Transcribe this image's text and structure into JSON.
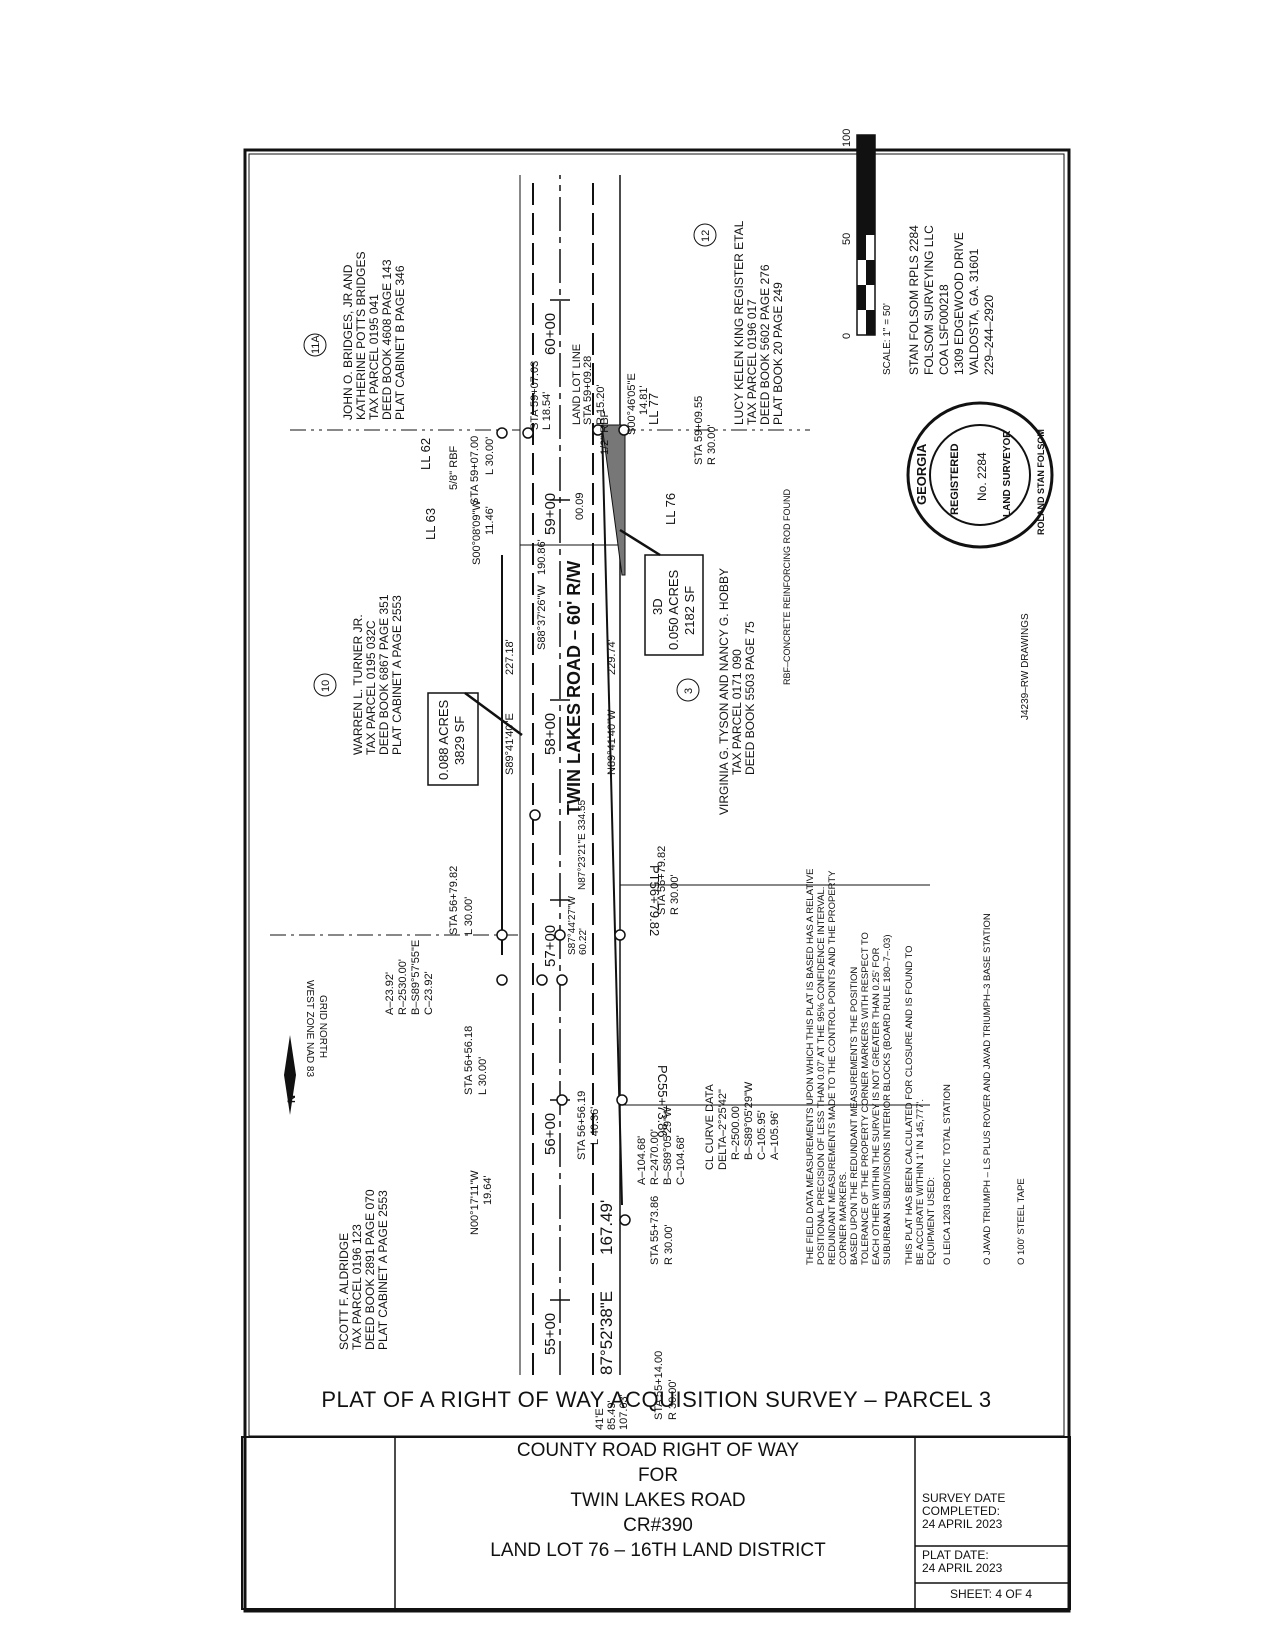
{
  "plat_title": "PLAT OF A RIGHT OF WAY ACQUISITION SURVEY – PARCEL 3",
  "title_block": {
    "line1": "COUNTY ROAD RIGHT OF WAY",
    "line2": "FOR",
    "line3": "TWIN LAKES ROAD",
    "line4": "CR#390",
    "line5": "LAND LOT 76 – 16TH LAND DISTRICT",
    "survey_date_label1": "SURVEY DATE",
    "survey_date_label2": "COMPLETED:",
    "survey_date": "24 APRIL 2023",
    "plat_date_label": "PLAT DATE:",
    "plat_date": "24 APRIL 2023",
    "sheet": "SHEET:  4 OF 4"
  },
  "road": {
    "name": "TWIN LAKES ROAD – 60' R/W",
    "bearing_main": "87°52'38\"E",
    "distance_main": "167.49'",
    "centerline_call": "N87°23'21\"E  334.55'",
    "call_left": "S87°44'27\"W",
    "call_left_dist": "60.22'"
  },
  "stations": [
    "55+00",
    "56+00",
    "57+00",
    "58+00",
    "59+00",
    "60+00"
  ],
  "station_labels": {
    "sta_5507": "STA 59+07.00",
    "l_3000_a": "L 30.00'",
    "sta_5907_03": "STA 59+07.03",
    "l_1854": "L 18.54'",
    "land_lot_line": "LAND LOT LINE",
    "sta_5909_28": "STA 59+09.28",
    "r_1520": "R 15.20'",
    "sta_5909_55": "STA 59+09.55",
    "r_3000_a": "R 30.00'",
    "sta_5679_82_l": "STA 56+79.82",
    "l_3000_b": "L 30.00'",
    "sta_5679_82_r": "STA 56+79.82",
    "r_3000_b": "R 30.00'",
    "sta_5656_18": "STA 56+56.18",
    "l_3000_c": "L 30.00'",
    "sta_5656_19": "STA 56+56.19",
    "l_4036": "L 40.36'",
    "sta_5573_86": "STA 55+73.86",
    "r_3000_c": "R 30.00'",
    "sta_5514": "STA 55+14.00",
    "r_3000_d": "R 30.00'",
    "pt": "PT56+79.82",
    "pc": "PC55+73.86"
  },
  "calls": {
    "s89_41_40e": "S89°41'40\"E",
    "d_22718": "227.18'",
    "s88_37_26w": "S88°37'26\"W",
    "d_19086": "190.86'",
    "n89_41_40w": "N89°41'40\"W",
    "d_22974": "229.74'",
    "s00_08_09w": "S00°08'09\"W",
    "d_1146": "11.46'",
    "s00_46_05e": "S00°46'05\"E",
    "d_1481": "14.81'",
    "d_0009": "00.09",
    "n00_17_11w": "N00°17'11\"W",
    "d_1964": "19.64'",
    "rbf_58": "5/8\" RBF",
    "rbf_12": "1/2\" RBF",
    "edge_a": "41'E",
    "edge_b": "85.49'",
    "edge_c": "107.63'"
  },
  "curve_left": {
    "a": "A–23.92'",
    "r": "R–2530.00'",
    "b": "B–S89°57'55\"E",
    "c": "C–23.92'"
  },
  "curve_mid": {
    "a": "A–104.68'",
    "r": "R–2470.00'",
    "b": "B–S89°05'29\"W",
    "c": "C–104.68'"
  },
  "curve_cl": {
    "title": "CL CURVE DATA",
    "delta": "DELTA–2°25'42\"",
    "r": "R–2500.00'",
    "b": "B–S89°05'29\"W",
    "c": "C–105.95'",
    "a": "A–105.96'"
  },
  "parcels": {
    "p11a": {
      "num": "11A",
      "l1": "JOHN O. BRIDGES, JR AND",
      "l2": "KATHERINE POTTS BRIDGES",
      "l3": "TAX PARCEL 0195 041",
      "l4": "DEED BOOK 4608 PAGE 143",
      "l5": "PLAT CABINET B PAGE 346"
    },
    "p10": {
      "num": "10",
      "l1": "WARREN L. TURNER JR.",
      "l2": "TAX PARCEL 0195 032C",
      "l3": "DEED BOOK 6867 PAGE 351",
      "l4": "PLAT CABINET A PAGE 2553"
    },
    "p12": {
      "num": "12",
      "l1": "LUCY KELEN KING REGISTER ETAL",
      "l2": "TAX PARCEL 0196 017",
      "l3": "DEED BOOK 5602 PAGE 276",
      "l4": "PLAT BOOK 20 PAGE 249"
    },
    "p3": {
      "num": "3",
      "l1": "VIRGINIA G. TYSON AND NANCY G. HOBBY",
      "l2": "TAX PARCEL 0171 090",
      "l3": "DEED BOOK 5503 PAGE 75"
    },
    "aldridge": {
      "l1": "SCOTT F. ALDRIDGE",
      "l2": "TAX PARCEL 0196 123",
      "l3": "DEED BOOK 2891 PAGE 070",
      "l4": "PLAT CABINET A PAGE 2553"
    }
  },
  "land_lots": {
    "ll62": "LL 62",
    "ll77": "LL 77",
    "ll63": "LL 63",
    "ll76": "LL 76"
  },
  "areas": {
    "a1_l1": "0.088 ACRES",
    "a1_l2": "3829 SF",
    "a2_l0": "3D",
    "a2_l1": "0.050 ACRES",
    "a2_l2": "2182 SF"
  },
  "legend_rbf": "RBF–CONCRETE REINFORCING ROD FOUND",
  "notes": [
    "THE FIELD DATA MEASUREMENTS UPON WHICH THIS PLAT IS BASED HAS A RELATIVE",
    "POSITIONAL PRECISION OF LESS THAN 0.07' AT THE 95% CONFIDENCE INTERVAL.",
    "REDUNDANT MEASUREMENTS MADE TO THE CONTROL POINTS AND THE PROPERTY",
    "CORNER MARKERS.",
    "BASED UPON THE REDUNDANT MEASUREMENTS THE POSITION",
    "TOLERANCE OF THE PROPERTY CORNER MARKERS WITH RESPECT TO",
    "EACH OTHER WITHIN THE SURVEY IS NOT GREATER THAN 0.25' FOR",
    "SUBURBAN SUBDIVISIONS INTERIOR BLOCKS (BOARD RULE 180–7–.03)",
    "",
    "THIS PLAT HAS BEEN CALCULATED FOR CLOSURE AND IS FOUND TO",
    "BE ACCURATE WITHIN 1' IN 145,777'.",
    "EQUIPMENT USED:",
    "O       LEICA 1203 ROBOTIC TOTAL STATION",
    "O       JAVAD TRIUMPH – LS PLUS ROVER AND JAVAD TRIUMPH–3   BASE STATION",
    "O       100' STEEL TAPE"
  ],
  "drawing_id": "J4239–RW DRAWINGS",
  "north_arrow": {
    "label": "N",
    "l1": "GRID NORTH",
    "l2": "WEST ZONE NAD 83"
  },
  "scale_bar": {
    "t0": "0",
    "t50": "50",
    "t100": "100",
    "label": "SCALE: 1\" = 50'"
  },
  "surveyor": {
    "l1": "STAN FOLSOM RPLS 2284",
    "l2": "FOLSOM SURVEYING LLC",
    "l3": "COA LSF000218",
    "l4": "1309 EDGEWOOD DRIVE",
    "l5": "VALDOSTA, GA. 31601",
    "l6": "229–244–2920"
  },
  "seal": {
    "top": "GEORGIA",
    "left": "REGISTERED",
    "right": "LAND SURVEYOR",
    "center": "No. 2284",
    "bottom": "ROLAND STAN FOLSOM"
  }
}
